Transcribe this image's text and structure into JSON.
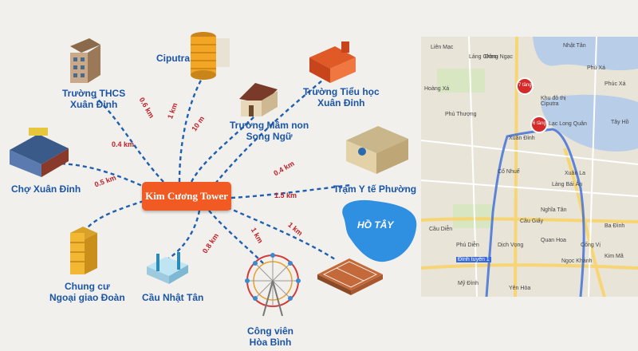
{
  "center": {
    "label": "Kim Cương Tower"
  },
  "places": {
    "thcs": "Trường THCS\nXuân Đỉnh",
    "ciputra": "Ciputra",
    "tieuhoc": "Trường Tiểu học\nXuân Đỉnh",
    "mamnon": "Trường Mầm non\nSong Ngữ",
    "cho": "Chợ Xuân Đỉnh",
    "tram": "Trạm Y tế Phường",
    "hotay": "HỒ TÂY",
    "chungcu": "Chung cư\nNgoại giao Đoàn",
    "cau": "Cầu Nhật Tân",
    "congvien": "Công viên\nHòa Bình"
  },
  "distances": {
    "thcs": "0.6 km",
    "ciputra": "1 km",
    "mamnon": "10 m",
    "cho": "0.4 km",
    "tieuhoc": "0.4 km",
    "chungcu": "0.5 km",
    "tram": "1.5 km",
    "cau": "0.8 km",
    "congvien": "1 km",
    "tennis": "1 km"
  },
  "map": {
    "labels": {
      "l1": "Đông Ngạc",
      "l2": "Nhật Tân",
      "l3": "Phú Xá",
      "l4": "Hoàng Xá",
      "l5": "Phú Thượng",
      "l6": "Khu đô thị\nCiputra",
      "l7": "Xuân Đỉnh",
      "l8": "Xuân La",
      "l9": "Cổ Nhuế",
      "l10": "Cầu Giấy",
      "l11": "Quan Hoa",
      "l12": "Nghĩa Tân",
      "l13": "Cầu Diễn",
      "l14": "Mỹ Đình",
      "l15": "Yên Hòa",
      "l16": "Ngọc Khánh",
      "l17": "Tây Hồ",
      "l18": "Lạc Long Quân",
      "l19": "Đình tuyến 1",
      "l20": "Lảng Chem",
      "l21": "Phú Diễn",
      "l22": "Liên Mạc",
      "l23": "Làng Bái Ân",
      "l24": "Ba Đình",
      "l25": "Kim Mã",
      "l26": "Dịch Vọng",
      "l27": "Phúc Xá",
      "l28": "Cống Vị"
    },
    "badge1": "7 tầng",
    "badge2": "6 tầng"
  },
  "colors": {
    "center": "#f15a22",
    "dashed": "#1f5fb0",
    "lake": "#2f8fe0",
    "labels": "#1a55a8",
    "distance": "#c0202a"
  }
}
